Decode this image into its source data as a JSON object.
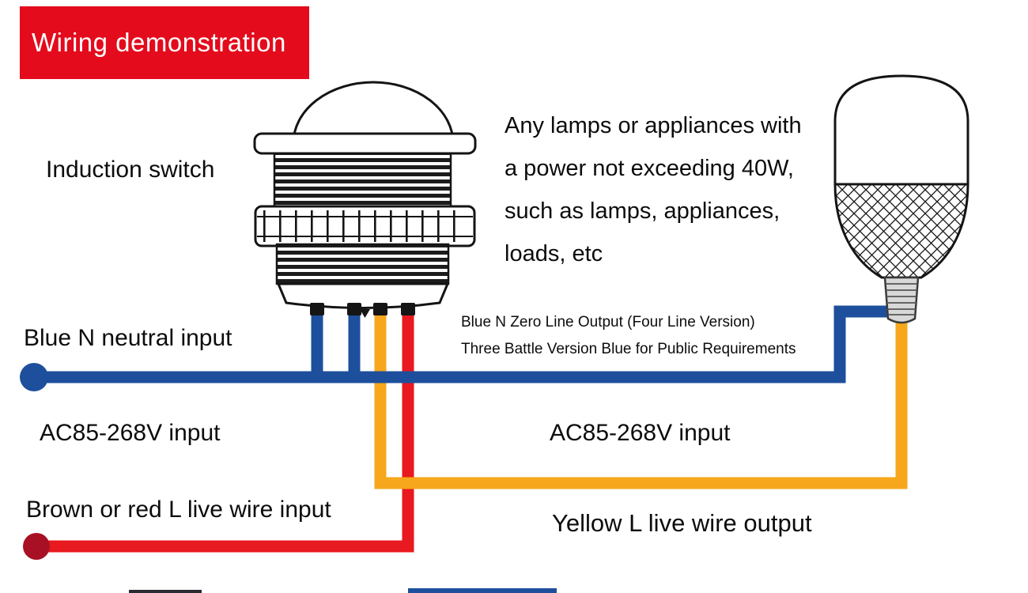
{
  "banner": {
    "title": "Wiring demonstration"
  },
  "labels": {
    "induction_switch": "Induction switch",
    "appliance_note": {
      "line1": "Any lamps or appliances with",
      "line2": "a power not exceeding 40W,",
      "line3": "such as lamps, appliances,",
      "line4": "loads, etc"
    },
    "blue_neutral_input": "Blue N neutral input",
    "blue_output_note": {
      "line1": "Blue N Zero Line Output (Four Line Version)",
      "line2": "Three Battle Version Blue for Public Requirements"
    },
    "ac_input_left": "AC85-268V input",
    "ac_input_right": "AC85-268V input",
    "brown_red_live_input": "Brown or red L live wire input",
    "yellow_live_output": "Yellow L live wire output"
  },
  "colors": {
    "banner_red": "#e30b1c",
    "banner_text": "#ffffff",
    "text": "#0c0c0c",
    "wire_blue": "#1d4f9c",
    "wire_yellow": "#f6a71b",
    "wire_red": "#e8191f",
    "neutral_dot_blue": "#1d4f9c",
    "live_dot_red": "#a81125",
    "bottom_artifact_dark": "#2a2a33",
    "bottom_artifact_blue": "#1d4f9c"
  }
}
